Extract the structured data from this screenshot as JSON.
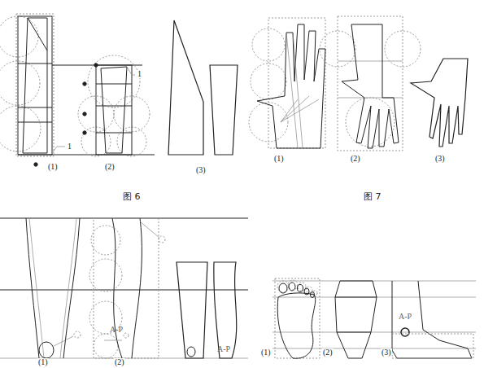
{
  "diagram": {
    "labels": [
      "1",
      "1",
      "(1)",
      "(2)",
      "(3)",
      "图 6",
      "(1)",
      "(2)",
      "(3)",
      "图 7",
      "A-P",
      "(1)",
      "(2)",
      "A-P",
      "A-P",
      "(1)",
      "(2)",
      "(3)"
    ]
  }
}
